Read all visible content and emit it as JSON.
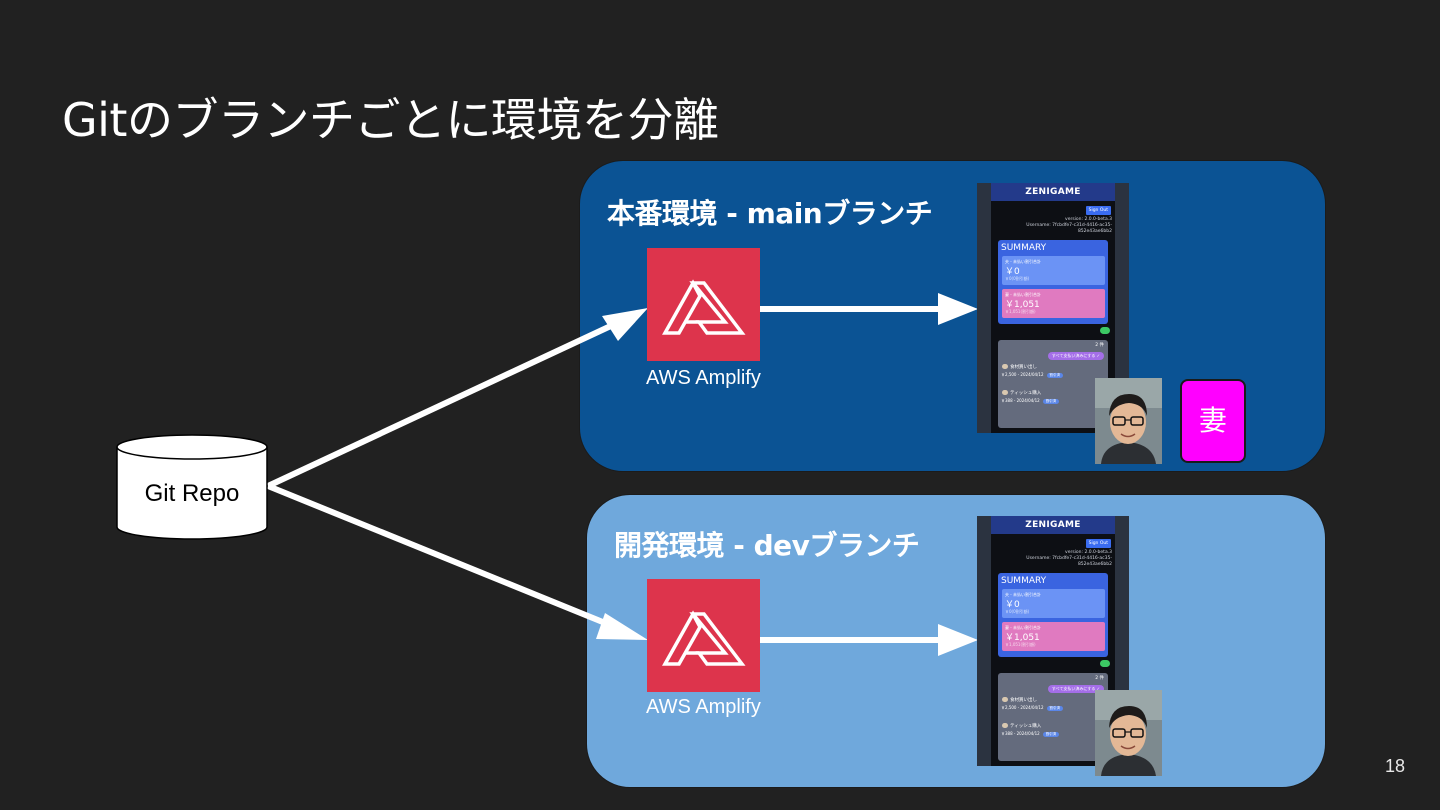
{
  "title": "Gitのブランチごとに環境を分離",
  "repo": {
    "label": "Git Repo"
  },
  "environments": [
    {
      "heading": "本番環境 - mainブランチ",
      "amplify_label": "AWS Amplify",
      "has_wife_badge": true
    },
    {
      "heading": "開発環境 - devブランチ",
      "amplify_label": "AWS Amplify",
      "has_wife_badge": false
    }
  ],
  "wife_badge": "妻",
  "app_screenshot": {
    "app_name": "ZENIGAME",
    "signout": "Sign Out",
    "version_line": "version: 2.0.0-beta.3",
    "username_line": "Username: 7fcbdfe7-c31d-4416-ac35-",
    "username_line2": "852e43ae6bb2",
    "summary_title": "SUMMARY",
    "card1_label": "夫 - 未払い割引合計",
    "card1_amount": "￥0",
    "card1_sub": "￥0(0割引額)",
    "card2_label": "妻 - 未払い割引合計",
    "card2_amount": "￥1,051",
    "card2_sub": "￥1,051(割引額)",
    "count": "2 件",
    "pay_all": "すべて支払い済みにする ✓",
    "item1_name": "食材買い出し",
    "item1_meta": "￥2,500 - 2024/04/12",
    "item1_tag": "割引済",
    "item2_name": "ティッシュ購入",
    "item2_meta": "￥388 - 2024/04/12",
    "item2_tag": "割引済"
  },
  "page_number": "18",
  "colors": {
    "background": "#212121",
    "prod_panel": "#0b5394",
    "dev_panel": "#6fa8dc",
    "amplify": "#dd344c",
    "wife_badge": "#ff00ff"
  }
}
